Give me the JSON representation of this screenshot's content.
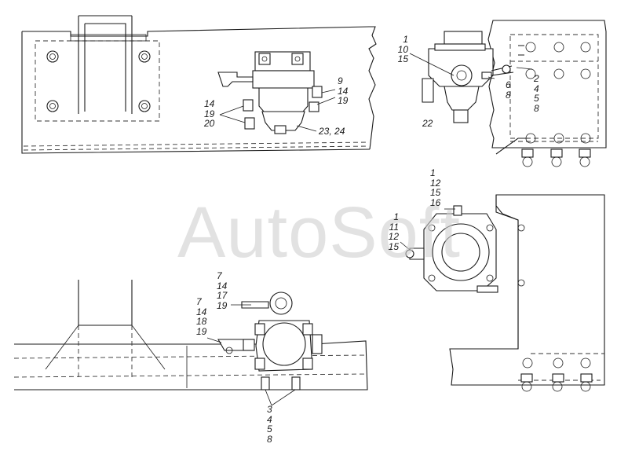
{
  "watermark": "AutoSoft",
  "callouts": {
    "panel1": {
      "group_right_top": [
        "9",
        "14",
        "19"
      ],
      "group_left": [
        "14",
        "19",
        "20"
      ],
      "bottom": "23, 24"
    },
    "panel2": {
      "group_top_left": [
        "1",
        "10",
        "15"
      ],
      "group_mid": [
        "6",
        "8"
      ],
      "group_right": [
        "2",
        "4",
        "5",
        "8"
      ],
      "bottom": "22"
    },
    "panel3": {
      "group_top": [
        "7",
        "14",
        "17",
        "19"
      ],
      "group_left": [
        "7",
        "14",
        "18",
        "19"
      ],
      "group_bottom": [
        "3",
        "4",
        "5",
        "8"
      ]
    },
    "panel4": {
      "group_top": [
        "1",
        "12",
        "15",
        "16"
      ],
      "group_left": [
        "1",
        "11",
        "12",
        "15"
      ]
    }
  },
  "colors": {
    "line": "#1a1a1a",
    "hidden_line": "#333333",
    "watermark": "#d0d0d0"
  }
}
